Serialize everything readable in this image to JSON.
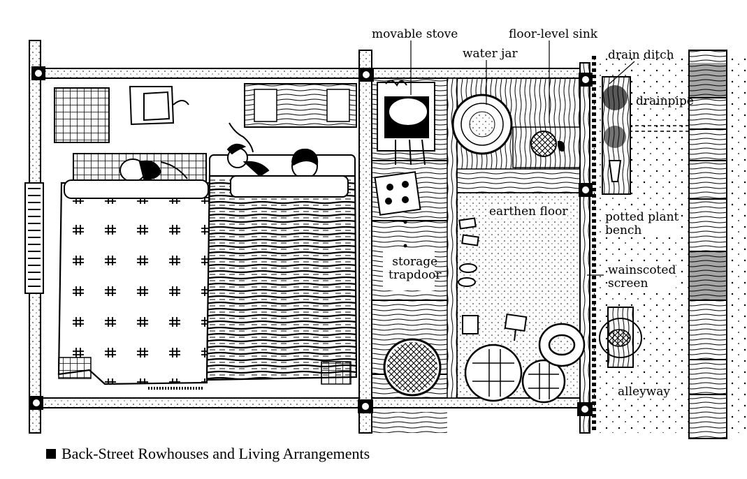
{
  "labels": {
    "movable_stove": "movable stove",
    "water_jar": "water jar",
    "floor_level_sink": "floor-level sink",
    "drain_ditch": "drain ditch",
    "drainpipe": "drainpipe",
    "earthen_floor": "earthen floor",
    "potted_plant_bench": "potted plant\nbench",
    "storage_trapdoor": "storage\ntrapdoor",
    "wainscoted_screen": "wainscoted\nscreen",
    "alleyway": "alleyway"
  },
  "caption": "Back-Street Rowhouses and Living Arrangements",
  "icons": [
    "stove-icon",
    "water-jar-icon",
    "sink-icon",
    "potted-plant-icon",
    "basket-icon",
    "futon-icon",
    "person-icon"
  ],
  "colors": {
    "ink": "#000000",
    "paper": "#ffffff"
  }
}
